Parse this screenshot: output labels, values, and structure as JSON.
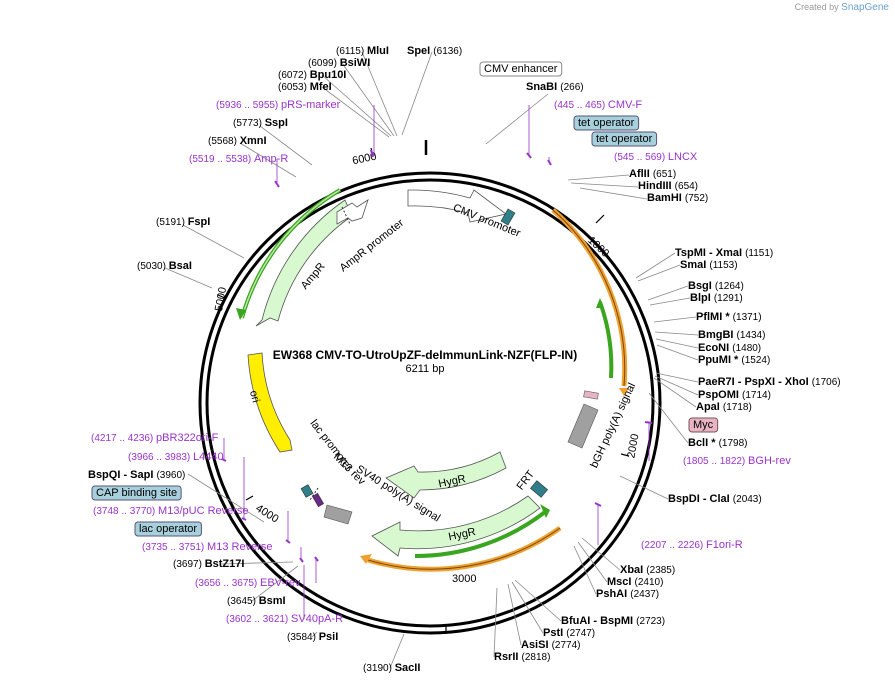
{
  "credit": {
    "prefix": "Created by",
    "brand": "SnapGene"
  },
  "plasmid": {
    "name": "EW368 CMV-TO-UtroUpZF-deImmunLink-NZF(FLP-IN)",
    "length": "6211 bp"
  },
  "ticks": [
    "1000",
    "2000",
    "3000",
    "4000",
    "5000",
    "6000"
  ],
  "colors": {
    "primer": "#9933cc",
    "green_arrow": "#3aa51e",
    "orange_arrow": "#f0a030",
    "ori": "#ffee00",
    "box_blue": "#a8d0dc",
    "box_pink": "#e8b4c4",
    "feature_fill": "#d8f8d0"
  },
  "features": {
    "cmv_promoter": "CMV promoter",
    "ampr_promoter": "AmpR promoter",
    "ampr": "AmpR",
    "ori": "ori",
    "hygr_1": "HygR",
    "hygr_2": "HygR",
    "frt": "FRT",
    "bgh": "bGH poly(A) signal",
    "sv40": "SV40 poly(A) signal",
    "m13rev": "M13 rev",
    "lac_promoter": "lac promoter"
  },
  "boxed": {
    "cmv_enhancer": "CMV enhancer",
    "tet_operator_1": "tet operator",
    "tet_operator_2": "tet operator",
    "myc": "Myc",
    "cap": "CAP binding site",
    "lac_operator": "lac operator"
  },
  "enzymes": [
    {
      "name": "MluI",
      "pos": "(6115)"
    },
    {
      "name": "BsiWI",
      "pos": "(6099)"
    },
    {
      "name": "Bpu10I",
      "pos": "(6072)"
    },
    {
      "name": "MfeI",
      "pos": "(6053)"
    },
    {
      "name": "SpeI",
      "pos": "(6136)"
    },
    {
      "name": "SnaBI",
      "pos": "(266)"
    },
    {
      "name": "SspI",
      "pos": "(5773)"
    },
    {
      "name": "XmnI",
      "pos": "(5568)"
    },
    {
      "name": "FspI",
      "pos": "(5191)"
    },
    {
      "name": "BsaI",
      "pos": "(5030)"
    },
    {
      "name": "AflII",
      "pos": "(651)"
    },
    {
      "name": "HindIII",
      "pos": "(654)"
    },
    {
      "name": "BamHI",
      "pos": "(752)"
    },
    {
      "name": "TspMI - XmaI",
      "pos": "(1151)"
    },
    {
      "name": "SmaI",
      "pos": "(1153)"
    },
    {
      "name": "BsgI",
      "pos": "(1264)"
    },
    {
      "name": "BlpI",
      "pos": "(1291)"
    },
    {
      "name": "PflMI *",
      "pos": "(1371)"
    },
    {
      "name": "BmgBI",
      "pos": "(1434)"
    },
    {
      "name": "EcoNI",
      "pos": "(1480)"
    },
    {
      "name": "PpuMI *",
      "pos": "(1524)"
    },
    {
      "name": "PaeR7I - PspXI - XhoI",
      "pos": "(1706)"
    },
    {
      "name": "PspOMI",
      "pos": "(1714)"
    },
    {
      "name": "ApaI",
      "pos": "(1718)"
    },
    {
      "name": "BclI *",
      "pos": "(1798)"
    },
    {
      "name": "BspDI - ClaI",
      "pos": "(2043)"
    },
    {
      "name": "XbaI",
      "pos": "(2385)"
    },
    {
      "name": "MscI",
      "pos": "(2410)"
    },
    {
      "name": "PshAI",
      "pos": "(2437)"
    },
    {
      "name": "BfuAI - BspMI",
      "pos": "(2723)"
    },
    {
      "name": "PstI",
      "pos": "(2747)"
    },
    {
      "name": "AsiSI",
      "pos": "(2774)"
    },
    {
      "name": "RsrII",
      "pos": "(2818)"
    },
    {
      "name": "SacII",
      "pos": "(3190)"
    },
    {
      "name": "PsiI",
      "pos": "(3584)"
    },
    {
      "name": "BsmI",
      "pos": "(3645)"
    },
    {
      "name": "BstZ17I",
      "pos": "(3697)"
    },
    {
      "name": "BspQI - SapI",
      "pos": "(3960)"
    }
  ],
  "primers": [
    {
      "name": "pRS-marker",
      "range": "(5936 .. 5955)"
    },
    {
      "name": "Amp-R",
      "range": "(5519 .. 5538)"
    },
    {
      "name": "CMV-F",
      "range": "(445 .. 465)"
    },
    {
      "name": "LNCX",
      "range": "(545 .. 569)"
    },
    {
      "name": "BGH-rev",
      "range": "(1805 .. 1822)"
    },
    {
      "name": "F1ori-R",
      "range": "(2207 .. 2226)"
    },
    {
      "name": "pBR322ori-F",
      "range": "(4217 .. 4236)"
    },
    {
      "name": "L4440",
      "range": "(3966 .. 3983)"
    },
    {
      "name": "M13/pUC Reverse",
      "range": "(3748 .. 3770)"
    },
    {
      "name": "M13 Reverse",
      "range": "(3735 .. 3751)"
    },
    {
      "name": "EBV-rev",
      "range": "(3656 .. 3675)"
    },
    {
      "name": "SV40pA-R",
      "range": "(3602 .. 3621)"
    }
  ]
}
